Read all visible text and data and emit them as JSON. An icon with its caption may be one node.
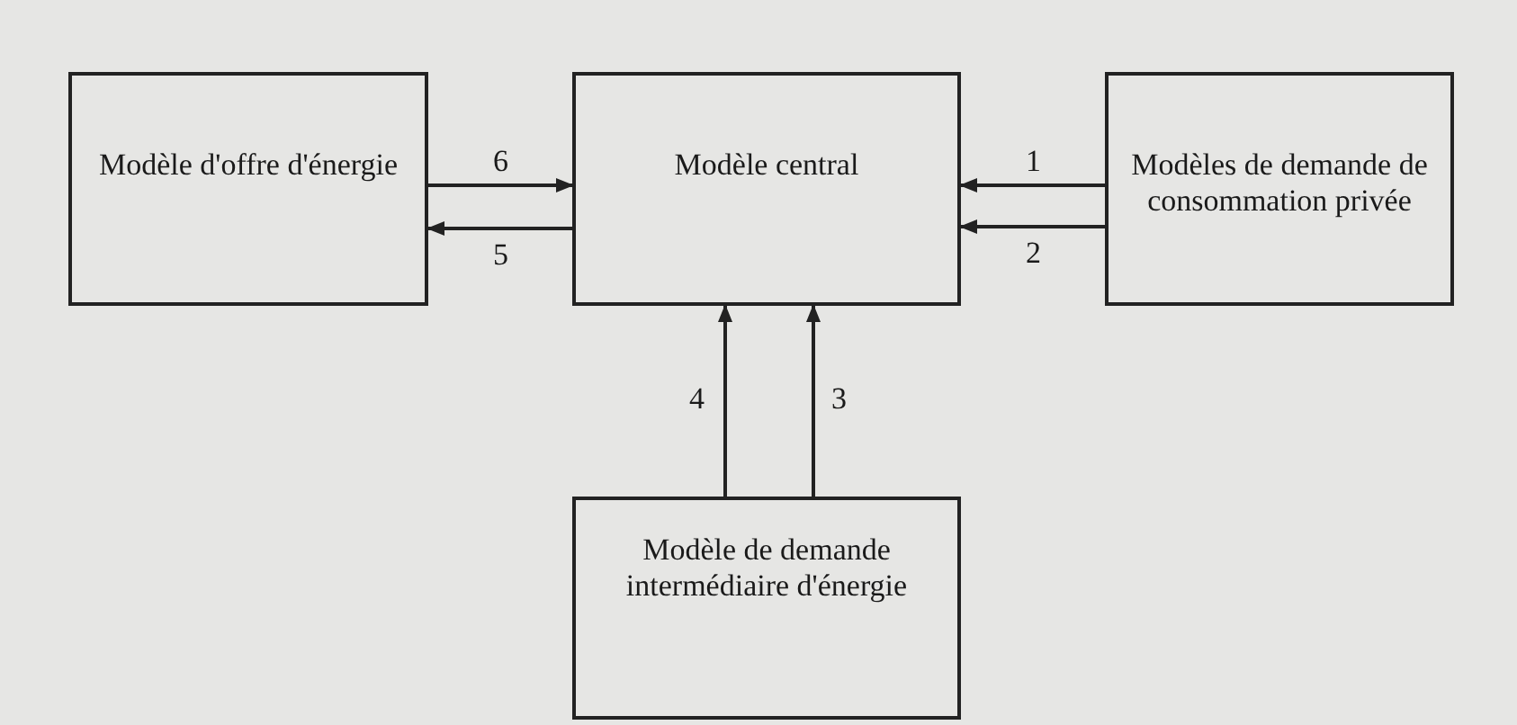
{
  "diagram": {
    "nodes": [
      {
        "text": [
          "Modèle d'offre d'énergie"
        ]
      },
      {
        "text": [
          "Modèle central"
        ]
      },
      {
        "text": [
          "Modèles de demande de consommation privée"
        ]
      },
      {
        "text": [
          "Modèle de demande intermédiaire d'énergie"
        ]
      }
    ],
    "edges": [
      {
        "from": 0,
        "to": 1,
        "arrow": "to",
        "label": "6"
      },
      {
        "from": 1,
        "to": 0,
        "arrow": "to",
        "label": "5"
      },
      {
        "from": 2,
        "to": 1,
        "arrow": "to",
        "label": "1"
      },
      {
        "from": 2,
        "to": 1,
        "arrow": "to",
        "label": "2"
      },
      {
        "from": 3,
        "to": 1,
        "arrow": "to",
        "label": "4"
      },
      {
        "from": 3,
        "to": 1,
        "arrow": "to",
        "label": "3"
      }
    ]
  }
}
